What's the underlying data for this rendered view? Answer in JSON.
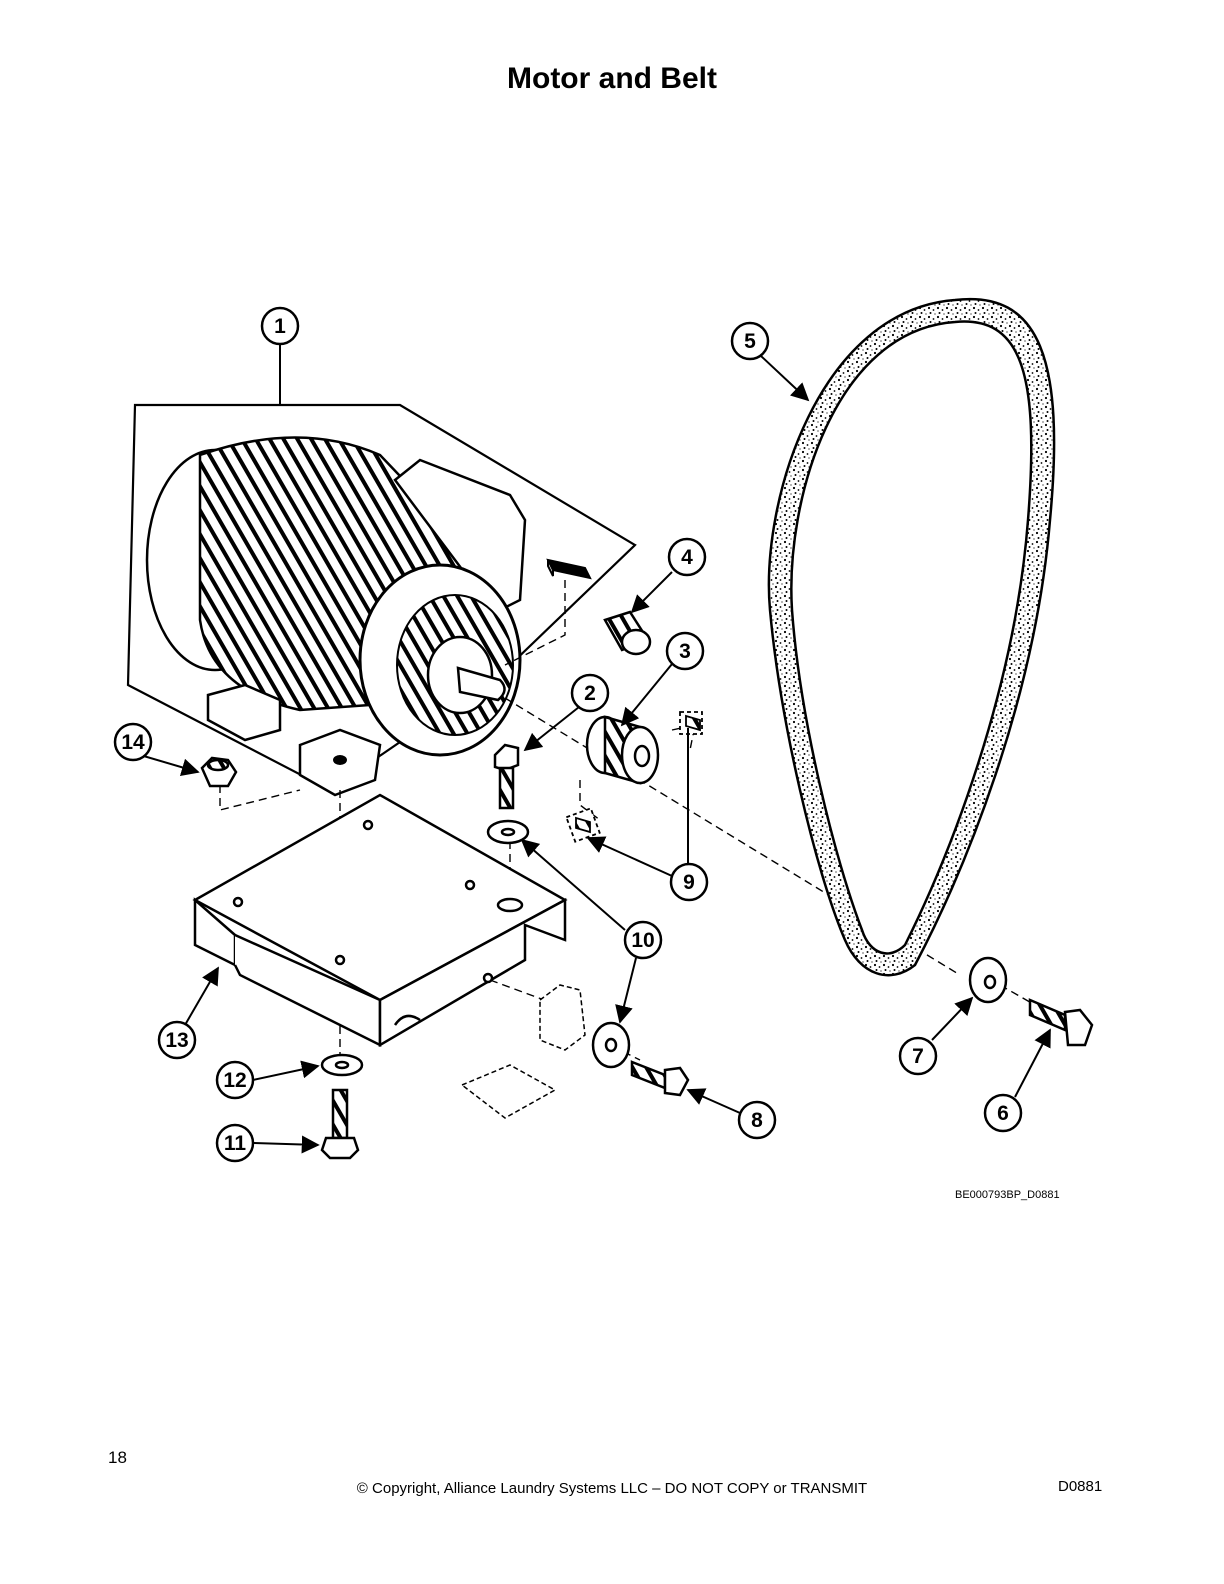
{
  "title": "Motor and Belt",
  "callouts": [
    {
      "id": "1",
      "part": "motor"
    },
    {
      "id": "2",
      "part": "bolt"
    },
    {
      "id": "3",
      "part": "pulley"
    },
    {
      "id": "4",
      "part": "cable-gland"
    },
    {
      "id": "5",
      "part": "belt"
    },
    {
      "id": "6",
      "part": "bolt"
    },
    {
      "id": "7",
      "part": "washer"
    },
    {
      "id": "8",
      "part": "bolt"
    },
    {
      "id": "9",
      "part": "set-screw"
    },
    {
      "id": "10",
      "part": "washer"
    },
    {
      "id": "11",
      "part": "bolt"
    },
    {
      "id": "12",
      "part": "washer"
    },
    {
      "id": "13",
      "part": "motor-mount-bracket"
    },
    {
      "id": "14",
      "part": "nut"
    }
  ],
  "drawing_id": "BE000793BP_D0881",
  "footer": {
    "page_number": "18",
    "copyright": "© Copyright, Alliance Laundry Systems LLC – DO NOT COPY or TRANSMIT",
    "doc_code": "D0881"
  }
}
